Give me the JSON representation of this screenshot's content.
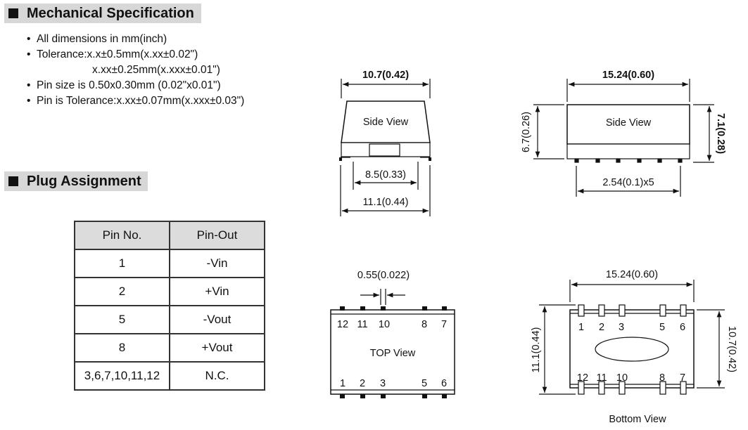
{
  "mechanical": {
    "title": "Mechanical Specification",
    "bullets": [
      "All dimensions in mm(inch)",
      "Tolerance:x.x±0.5mm(x.xx±0.02\")",
      "x.xx±0.25mm(x.xxx±0.01\")",
      "Pin size is 0.50x0.30mm (0.02\"x0.01\")",
      "Pin is Tolerance:x.xx±0.07mm(x.xxx±0.03\")"
    ]
  },
  "plug": {
    "title": "Plug Assignment",
    "headers": [
      "Pin No.",
      "Pin-Out"
    ],
    "rows": [
      [
        "1",
        "-Vin"
      ],
      [
        "2",
        "+Vin"
      ],
      [
        "5",
        "-Vout"
      ],
      [
        "8",
        "+Vout"
      ],
      [
        "3,6,7,10,11,12",
        "N.C."
      ]
    ]
  },
  "drawings": {
    "side1": {
      "label": "Side View",
      "top_dim": "10.7(0.42)",
      "inner_dim": "8.5(0.33)",
      "bottom_dim": "11.1(0.44)"
    },
    "side2": {
      "label": "Side View",
      "top_dim": "15.24(0.60)",
      "left_dim": "6.7(0.26)",
      "right_dim": "7.1(0.28)",
      "pitch_dim": "2.54(0.1)x5"
    },
    "top": {
      "label": "TOP View",
      "pin_dim": "0.55(0.022)",
      "top_pins": [
        "12",
        "11",
        "10",
        "8",
        "7"
      ],
      "bottom_pins": [
        "1",
        "2",
        "3",
        "5",
        "6"
      ]
    },
    "bottom": {
      "label": "Bottom View",
      "top_dim": "15.24(0.60)",
      "left_dim": "11.1(0.44)",
      "right_dim": "10.7(0.42)",
      "top_pins": [
        "1",
        "2",
        "3",
        "5",
        "6"
      ],
      "bottom_pins": [
        "12",
        "11",
        "10",
        "8",
        "7"
      ]
    }
  }
}
